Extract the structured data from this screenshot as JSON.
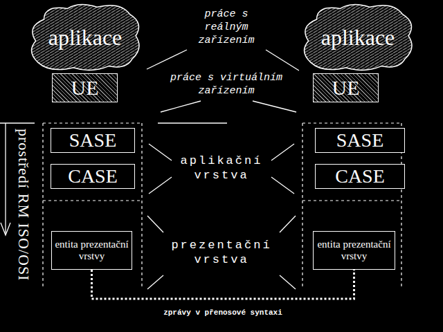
{
  "diagram": {
    "nodes": [
      {
        "text": [
          "aplikace"
        ]
      },
      {
        "text": [
          "aplikace"
        ]
      },
      {
        "text": [
          "UE"
        ]
      },
      {
        "text": [
          "UE"
        ]
      },
      {
        "text": [
          "SASE"
        ]
      },
      {
        "text": [
          "SASE"
        ]
      },
      {
        "text": [
          "CASE"
        ]
      },
      {
        "text": [
          "CASE"
        ]
      },
      {
        "text": [
          "entita prezentační vrstvy"
        ]
      },
      {
        "text": [
          "entita prezentační vrstvy"
        ]
      }
    ],
    "edges": [
      {
        "from": 8,
        "to": 9,
        "arrow": "none",
        "label": "zprávy v přenosové syntaxi"
      }
    ],
    "labels": [
      "práce s reálným zařízením",
      "práce s virtuálním zařízením",
      "aplikační vrstva",
      "prezentační vrstva",
      "prostředí RM ISO/OSI"
    ]
  }
}
